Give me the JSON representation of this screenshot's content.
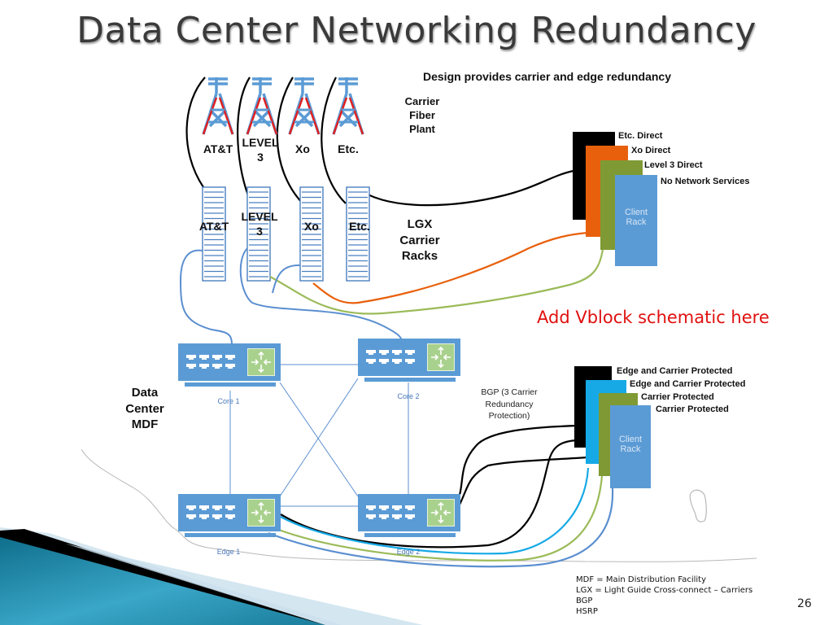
{
  "slide": {
    "title": "Data Center Networking Redundancy",
    "subtitle": "Design provides carrier and edge redundancy",
    "page_number": "26",
    "placeholder_note": "Add Vblock schematic here"
  },
  "carriers": {
    "towers": [
      {
        "label_line1": "AT&T",
        "label_line2": ""
      },
      {
        "label_line1": "LEVEL",
        "label_line2": "3"
      },
      {
        "label_line1": "Xo",
        "label_line2": ""
      },
      {
        "label_line1": "Etc.",
        "label_line2": ""
      }
    ],
    "fiber_plant_label": [
      "Carrier",
      "Fiber",
      "Plant"
    ],
    "racks": [
      {
        "label_line1": "AT&T",
        "label_line2": ""
      },
      {
        "label_line1": "LEVEL",
        "label_line2": "3"
      },
      {
        "label_line1": "Xo",
        "label_line2": ""
      },
      {
        "label_line1": "Etc.",
        "label_line2": ""
      }
    ],
    "lgx_label": [
      "LGX",
      "Carrier",
      "Racks"
    ]
  },
  "client_racks_top": {
    "rack_text": [
      "Client",
      "Rack"
    ],
    "items": [
      {
        "label": "Etc. Direct",
        "color": "#000000"
      },
      {
        "label": "Xo Direct",
        "color": "#e8600c"
      },
      {
        "label": "Level 3 Direct",
        "color": "#7f9a34"
      },
      {
        "label": "No Network Services",
        "color": "#5b9bd5"
      }
    ]
  },
  "client_racks_bottom": {
    "rack_text": [
      "Client",
      "Rack"
    ],
    "items": [
      {
        "label": "Edge and Carrier Protected",
        "color": "#000000"
      },
      {
        "label": "Edge and Carrier Protected",
        "color": "#16a9e6"
      },
      {
        "label": "Carrier Protected",
        "color": "#7f9a34"
      },
      {
        "label": "Carrier  Protected",
        "color": "#5b9bd5"
      }
    ]
  },
  "mdf": {
    "label": [
      "Data",
      "Center",
      "MDF"
    ],
    "devices": [
      {
        "id": "core1",
        "label": "Core 1"
      },
      {
        "id": "core2",
        "label": "Core 2"
      },
      {
        "id": "edge1",
        "label": "Edge 1"
      },
      {
        "id": "edge2",
        "label": "Edge 2"
      }
    ]
  },
  "bgp_note": [
    "BGP (3 Carrier",
    "Redundancy",
    "Protection)"
  ],
  "notes": [
    "MDF = Main Distribution Facility",
    "LGX = Light Guide Cross-connect – Carriers",
    "BGP",
    "HSRP"
  ],
  "colors": {
    "device_blue": "#5b9bd5",
    "router_green": "#a9d18e",
    "tower_red": "#e02020",
    "link_black": "#000000",
    "link_orange": "#e8600c",
    "link_green": "#9bbb59",
    "link_cyan": "#16a9e6",
    "link_blue": "#5b8fd0",
    "placeholder_red": "#e01010"
  }
}
